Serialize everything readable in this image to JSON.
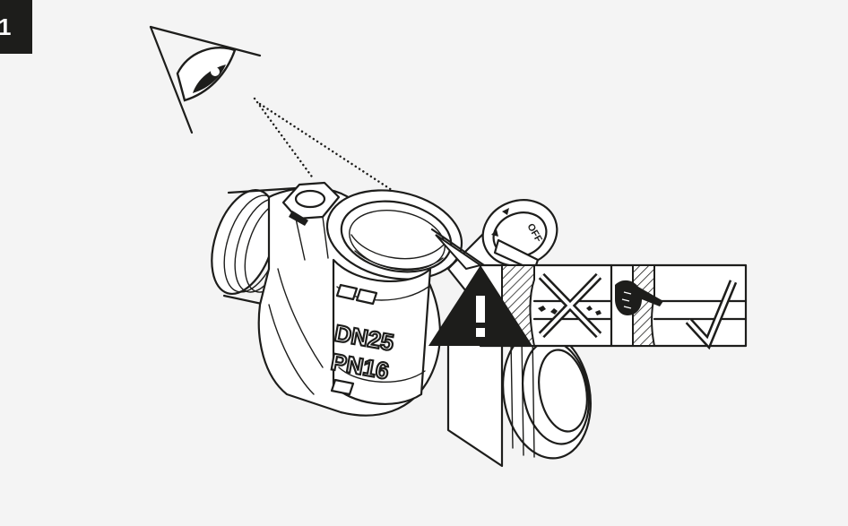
{
  "step_number": "1",
  "valve_markings": {
    "pressure_rating_1": "DN25",
    "pressure_rating_2": "PN16"
  },
  "knob_marking": "OFF",
  "colors": {
    "background": "#f4f4f4",
    "ink": "#1d1d1b",
    "paper": "#ffffff"
  },
  "icons": [
    "eye-icon",
    "warning-icon",
    "cross-icon",
    "pointing-hand-icon",
    "checkmark-icon"
  ]
}
